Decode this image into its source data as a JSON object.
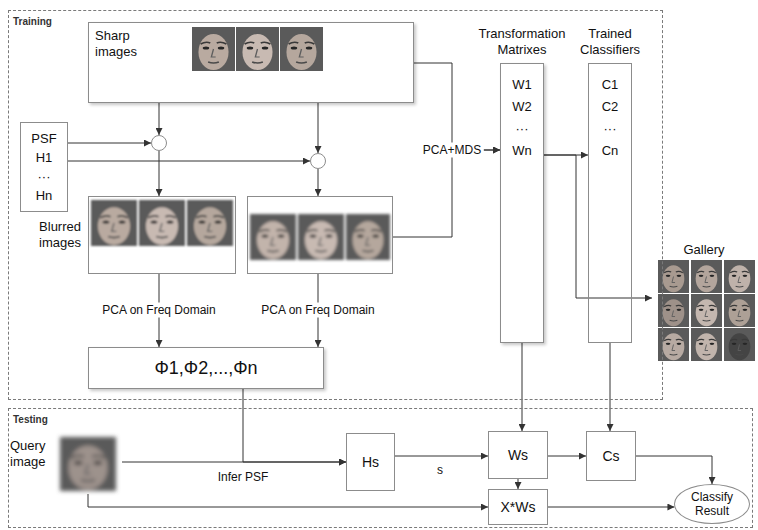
{
  "diagram": {
    "nodes": [
      {
        "text": [
          "Training"
        ]
      },
      {
        "text": [
          "Sharp images"
        ],
        "in": 0
      },
      {
        "text": [
          "PSF H1 ··· Hn"
        ],
        "in": 0
      },
      {
        "text": [],
        "in": 0
      },
      {
        "text": [],
        "in": 0
      },
      {
        "text": [
          "Blurred images"
        ],
        "in": 0
      },
      {
        "text": [],
        "in": 0
      },
      {
        "text": [
          "Φ1,Φ2,...,Φn"
        ],
        "in": 0
      },
      {
        "text": [
          "Transformation Matrixes",
          "W1 W2 ··· Wn"
        ],
        "in": 0
      },
      {
        "text": [
          "Trained Classifiers",
          "C1 C2 ··· Cn"
        ],
        "in": 0
      },
      {
        "text": [
          "Gallery"
        ]
      },
      {
        "text": [
          "Testing"
        ]
      },
      {
        "text": [
          "Query image"
        ],
        "in": 11
      },
      {
        "text": [
          "Hs"
        ],
        "in": 11
      },
      {
        "text": [
          "Ws"
        ],
        "in": 11
      },
      {
        "text": [
          "Cs"
        ],
        "in": 11
      },
      {
        "text": [
          "X*Ws"
        ],
        "in": 11
      },
      {
        "text": [
          "Classify Result"
        ],
        "in": 11
      }
    ],
    "edges": [
      {
        "from": 1,
        "to": 3,
        "arrow": "to"
      },
      {
        "from": 1,
        "to": 4,
        "arrow": "to"
      },
      {
        "from": 2,
        "to": 3,
        "arrow": "to"
      },
      {
        "from": 2,
        "to": 4,
        "arrow": "to"
      },
      {
        "from": 3,
        "to": 5,
        "arrow": "to"
      },
      {
        "from": 4,
        "to": 6,
        "arrow": "to"
      },
      {
        "from": 5,
        "to": 7,
        "arrow": "to",
        "label": "PCA on Freq Domain"
      },
      {
        "from": 6,
        "to": 7,
        "arrow": "to",
        "label": "PCA on Freq Domain"
      },
      {
        "from": 1,
        "to": 8,
        "arrow": "to",
        "label": "PCA+MDS"
      },
      {
        "from": 6,
        "to": 8,
        "arrow": "to"
      },
      {
        "from": 8,
        "to": 9,
        "arrow": "to"
      },
      {
        "from": 8,
        "to": 10,
        "arrow": "to"
      },
      {
        "from": 12,
        "to": 13,
        "arrow": "to",
        "label": "Infer PSF"
      },
      {
        "from": 7,
        "to": 13,
        "arrow": "to"
      },
      {
        "from": 13,
        "to": 14,
        "arrow": "to",
        "label": "s"
      },
      {
        "from": 8,
        "to": 14,
        "arrow": "to"
      },
      {
        "from": 9,
        "to": 15,
        "arrow": "to"
      },
      {
        "from": 14,
        "to": 15,
        "arrow": "to"
      },
      {
        "from": 12,
        "to": 16,
        "arrow": "to"
      },
      {
        "from": 14,
        "to": 16,
        "arrow": "to"
      },
      {
        "from": 16,
        "to": 17,
        "arrow": "to"
      },
      {
        "from": 15,
        "to": 17,
        "arrow": "to"
      }
    ]
  }
}
